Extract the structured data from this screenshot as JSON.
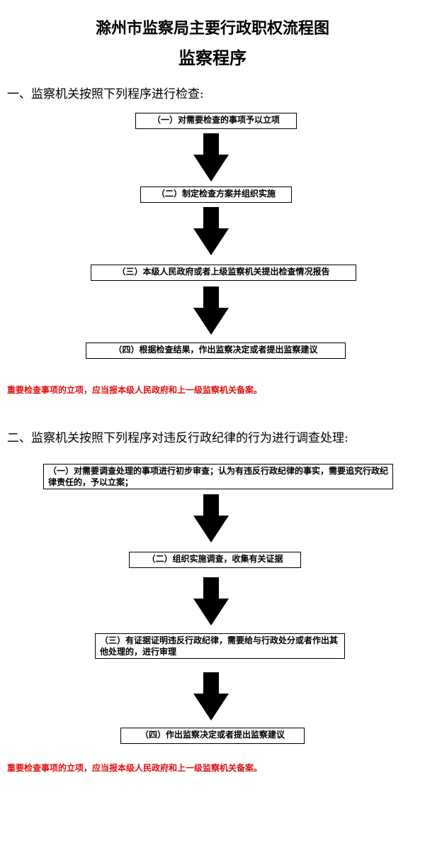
{
  "header": {
    "title": "滁州市监察局主要行政职权流程图",
    "subtitle": "监察程序"
  },
  "section1": {
    "heading": "一、监察机关按照下列程序进行检查:",
    "steps": [
      "（一）对需要检查的事项予以立项",
      "（二）制定检查方案并组织实施",
      "（三）本级人民政府或者上级监察机关提出检查情况报告",
      "（四）根据检查结果，作出监察决定或者提出监察建议"
    ],
    "note": "重要检查事项的立项，应当报本级人民政府和上一级监察机关备案。"
  },
  "section2": {
    "heading": "二、监察机关按照下列程序对违反行政纪律的行为进行调查处理:",
    "steps": [
      "（一）对需要调查处理的事项进行初步审查；认为有违反行政纪律的事实，需要追究行政纪律责任的，予以立案；",
      "（二）组织实施调查，收集有关证据",
      "（三）有证据证明违反行政纪律，需要给与行政处分或者作出其他处理的，进行审理",
      "（四）作出监察决定或者提出监察建议"
    ],
    "note": "重要检查事项的立项，应当报本级人民政府和上一级监察机关备案。"
  },
  "colors": {
    "note": "#e01010",
    "arrow": "#000000",
    "border": "#000000"
  },
  "icons": {
    "flow_arrow": "down-arrow-icon"
  }
}
